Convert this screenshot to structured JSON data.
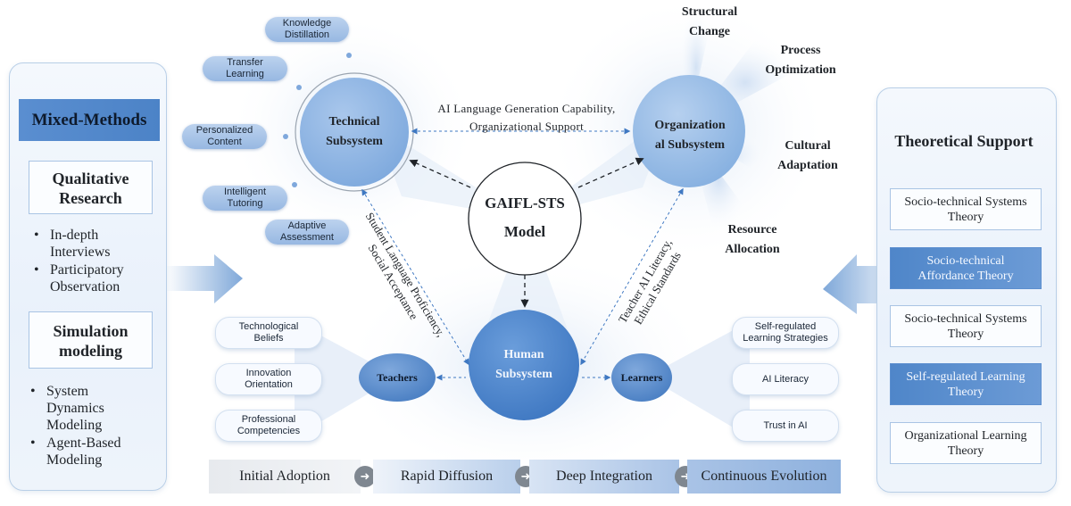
{
  "left_panel": {
    "title": "Mixed-Methods",
    "qualitative": {
      "heading_line1": "Qualitative",
      "heading_line2": "Research",
      "items": [
        {
          "line1": "In-depth",
          "line2": "Interviews"
        },
        {
          "line1": "Participatory",
          "line2": "Observation"
        }
      ]
    },
    "simulation": {
      "heading_line1": "Simulation",
      "heading_line2": "modeling",
      "items": [
        {
          "line1": "System",
          "line2": "Dynamics",
          "line3": "Modeling"
        },
        {
          "line1": "Agent-Based",
          "line2": "Modeling"
        }
      ]
    }
  },
  "right_panel": {
    "title": "Theoretical Support",
    "theories": [
      {
        "line1": "Socio-technical Systems",
        "line2": "Theory"
      },
      {
        "line1": "Socio-technical",
        "line2": "Affordance Theory"
      },
      {
        "line1": "Socio-technical Systems",
        "line2": "Theory"
      },
      {
        "line1": "Self-regulated Learning",
        "line2": "Theory"
      },
      {
        "line1": "Organizational Learning",
        "line2": "Theory"
      }
    ]
  },
  "center": {
    "line1": "GAIFL-STS",
    "line2": "Model"
  },
  "technical": {
    "line1": "Technical",
    "line2": "Subsystem",
    "pills": [
      {
        "line1": "Knowledge",
        "line2": "Distillation"
      },
      {
        "line1": "Transfer",
        "line2": "Learning"
      },
      {
        "line1": "Personalized",
        "line2": "Content"
      },
      {
        "line1": "Intelligent",
        "line2": "Tutoring"
      },
      {
        "line1": "Adaptive",
        "line2": "Assessment"
      }
    ]
  },
  "organizational": {
    "line1": "Organization",
    "line2": "al Subsystem",
    "aspects": [
      {
        "line1": "Structural",
        "line2": "Change"
      },
      {
        "line1": "Process",
        "line2": "Optimization"
      },
      {
        "line1": "Cultural",
        "line2": "Adaptation"
      },
      {
        "line1": "Resource",
        "line2": "Allocation"
      }
    ]
  },
  "human": {
    "line1": "Human",
    "line2": "Subsystem",
    "teachers": "Teachers",
    "learners": "Learners",
    "teacher_items": [
      {
        "line1": "Technological",
        "line2": "Beliefs"
      },
      {
        "line1": "Innovation",
        "line2": "Orientation"
      },
      {
        "line1": "Professional",
        "line2": "Competencies"
      }
    ],
    "learner_items": [
      {
        "line1": "Self-regulated",
        "line2": "Learning Strategies"
      },
      {
        "line1": "AI Literacy",
        "line2": ""
      },
      {
        "line1": "Trust in AI",
        "line2": ""
      }
    ]
  },
  "links": {
    "tech_org_line1": "AI Language Generation Capability,",
    "tech_org_line2": "Organizational Support",
    "tech_human_line1": "Student Language Proficiency,",
    "tech_human_line2": "Social Acceptance",
    "org_human_line1": "Teacher AI Literacy,",
    "org_human_line2": "Ethical Standards"
  },
  "stages": [
    "Initial Adoption",
    "Rapid Diffusion",
    "Deep Integration",
    "Continuous Evolution"
  ],
  "colors": {
    "accent_blue": "#4c83c7",
    "circle_blue": "#7aa6dc",
    "light_blue": "#c6daf2",
    "arrow_gray": "#7f8790"
  }
}
